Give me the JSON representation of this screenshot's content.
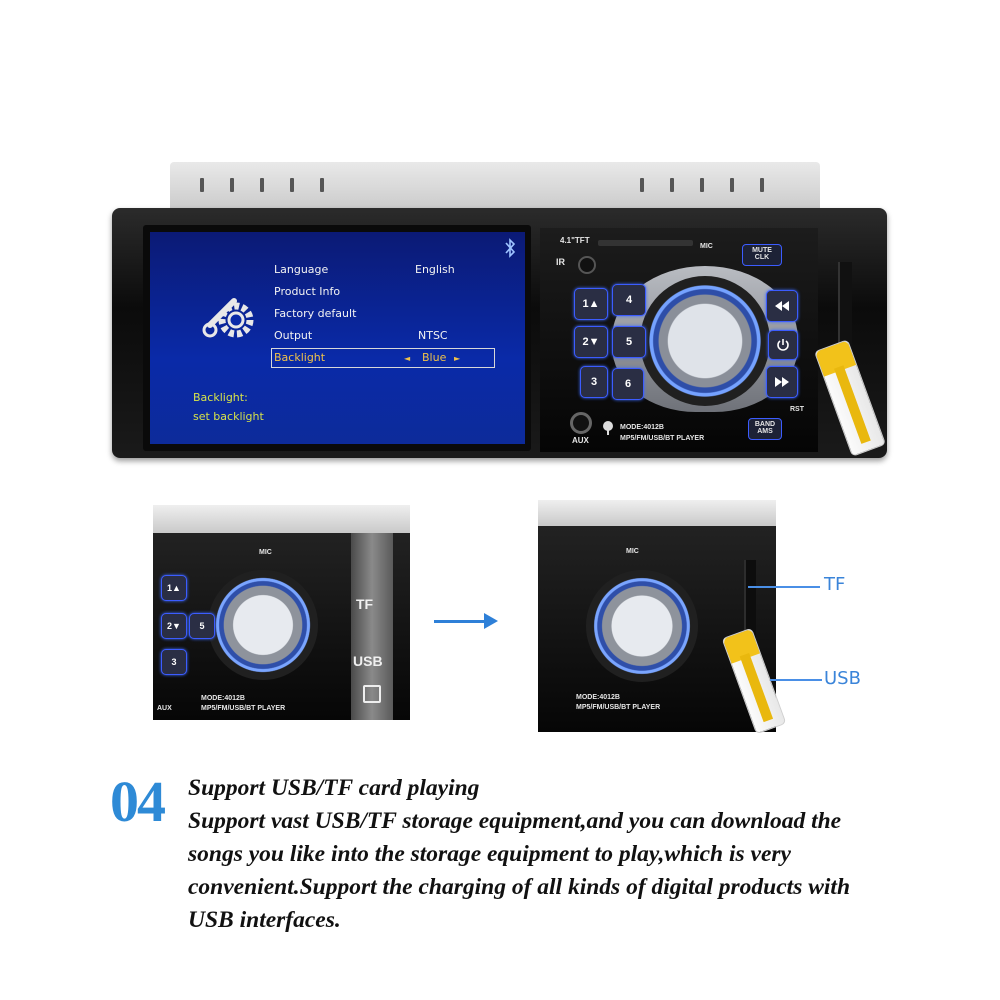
{
  "screen_menu": {
    "items": [
      {
        "label": "Language",
        "value": "English"
      },
      {
        "label": "Product Info",
        "value": ""
      },
      {
        "label": "Factory default",
        "value": ""
      },
      {
        "label": "Output",
        "value": "NTSC"
      },
      {
        "label": "Backlight",
        "value": "Blue"
      }
    ],
    "arrow_left": "◄",
    "arrow_right": "►",
    "status_line1": "Backlight:",
    "status_line2": "set backlight"
  },
  "panel": {
    "tft_label": "4.1\"TFT",
    "ir_label": "IR",
    "mic_label": "MIC",
    "mute_label": "MUTE",
    "clk_label": "CLK",
    "aux_label": "AUX",
    "rst_label": "RST",
    "band_label": "BAND",
    "ams_label": "AMS",
    "model_label": "MODE:4012B",
    "player_label": "MP5/FM/USB/BT PLAYER",
    "buttons": [
      "1▲",
      "2▼",
      "3",
      "4",
      "5",
      "6"
    ]
  },
  "slot_labels": {
    "tf": "TF",
    "usb": "USB"
  },
  "callouts": {
    "tf": "TF",
    "usb": "USB"
  },
  "caption": {
    "number": "04",
    "line1": "Support USB/TF card playing",
    "line2": "Support vast USB/TF storage equipment,and you can download the",
    "line3": "songs you like into the storage equipment to play,which is very",
    "line4": "convenient.Support the charging of all kinds of digital products with",
    "line5": "USB interfaces."
  },
  "colors": {
    "accent_blue": "#2e8ad6",
    "screen_blue": "#0a2aa8",
    "usb_yellow": "#f2c21a"
  }
}
